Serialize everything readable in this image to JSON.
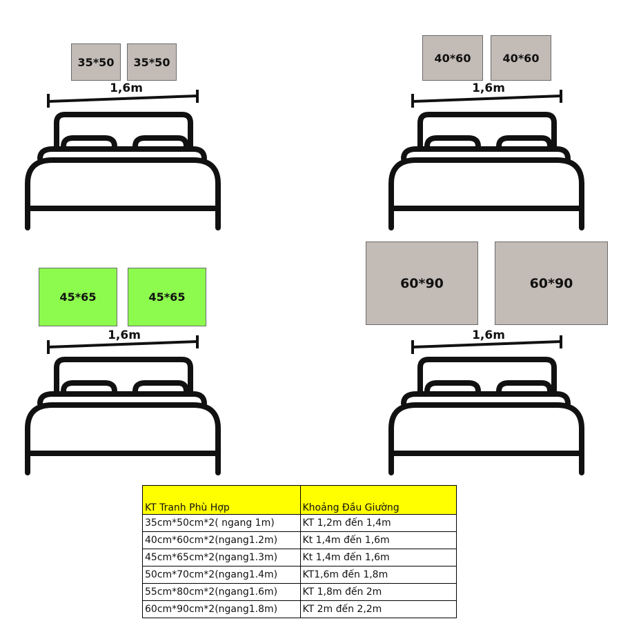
{
  "colors": {
    "painting_default": "#c3bbb6",
    "painting_highlight": "#8cfb4e",
    "table_header_bg": "#ffff00",
    "stroke": "#111111"
  },
  "panels": [
    {
      "paintings": [
        "35*50",
        "35*50"
      ],
      "width_label": "1,6m",
      "highlight": false
    },
    {
      "paintings": [
        "40*60",
        "40*60"
      ],
      "width_label": "1,6m",
      "highlight": false
    },
    {
      "paintings": [
        "45*65",
        "45*65"
      ],
      "width_label": "1,6m",
      "highlight": true
    },
    {
      "paintings": [
        "60*90",
        "60*90"
      ],
      "width_label": "1,6m",
      "highlight": false
    }
  ],
  "table": {
    "headers": [
      "KT Tranh Phù Hợp",
      "Khoảng Đầu Giường"
    ],
    "rows": [
      [
        "35cm*50cm*2( ngang 1m)",
        "KT 1,2m đến 1,4m"
      ],
      [
        "40cm*60cm*2(ngang1.2m)",
        "Kt 1,4m đến 1,6m"
      ],
      [
        "45cm*65cm*2(ngang1.3m)",
        "Kt 1,4m đến 1,6m"
      ],
      [
        "50cm*70cm*2(ngang1.4m)",
        "KT1,6m đến 1,8m"
      ],
      [
        "55cm*80cm*2(ngang1.6m)",
        "KT 1,8m đến 2m"
      ],
      [
        "60cm*90cm*2(ngang1.8m)",
        "KT 2m đến 2,2m"
      ]
    ]
  }
}
